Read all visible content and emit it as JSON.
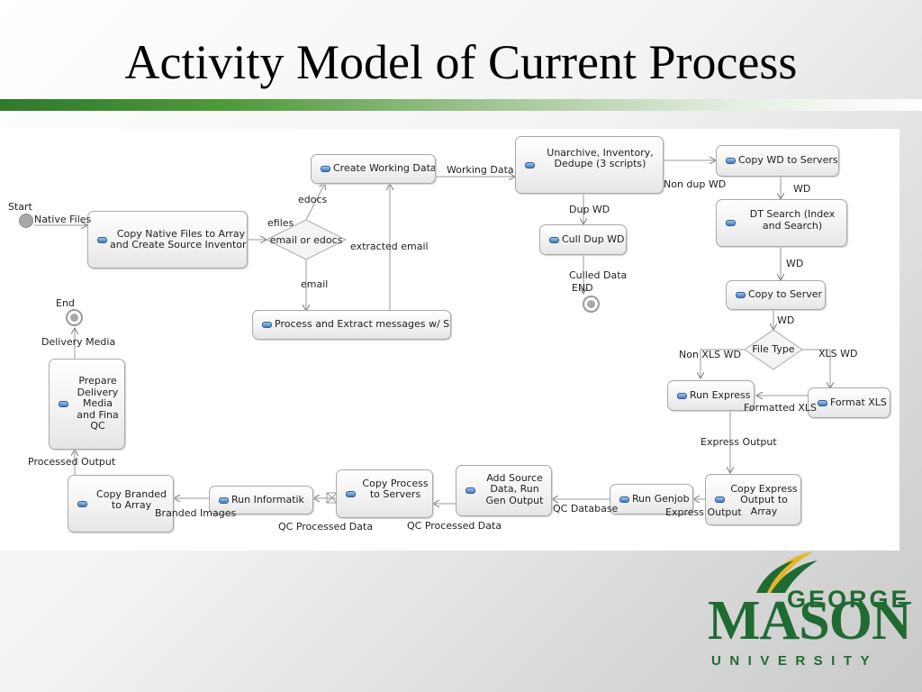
{
  "slide": {
    "title": "Activity Model of Current Process"
  },
  "logo": {
    "line1": "GEORGE",
    "line2": "MASON",
    "line3": "UNIVERSITY",
    "colors": {
      "green": "#1f6b32",
      "gold": "#e4b72b"
    }
  },
  "diagram": {
    "nodes": {
      "copy_native": "Copy Native Files to Array\nand Create Source Inventory",
      "create_working": "Create Working Data",
      "process_extract": "Process and Extract messages w/ SW",
      "decision_email": "email or edocs",
      "unarchive": "Unarchive, Inventory,\nDedupe (3 scripts)",
      "cull_dup": "Cull Dup WD",
      "copy_wd_servers": "Copy WD to Servers",
      "dt_search": "DT Search (Index\nand Search)",
      "copy_to_server": "Copy to Server",
      "decision_file_type": "File Type",
      "run_express": "Run Express",
      "format_xls": "Format XLS",
      "copy_express": "Copy Express\nOutput to\nArray",
      "run_genjob": "Run Genjob",
      "add_source": "Add Source\nData, Run\nGen Output",
      "copy_process": "Copy Process\nto Servers",
      "run_informatik": "Run Informatik",
      "copy_branded": "Copy Branded\nto Array",
      "prepare_delivery": "Prepare\nDelivery\nMedia\nand Fina\nQC"
    },
    "labels": {
      "start": "Start",
      "native_files": "Native Files",
      "efiles": "efiles",
      "edocs": "edocs",
      "email": "email",
      "extracted_email": "extracted email",
      "working_data": "Working Data",
      "non_dup_wd": "Non dup WD",
      "dup_wd": "Dup WD",
      "culled_data": "Culled Data",
      "end_inner": "END",
      "wd_1": "WD",
      "wd_2": "WD",
      "wd_3": "WD",
      "non_xls_wd": "Non XLS WD",
      "xls_wd": "XLS WD",
      "formatted_xls": "Formatted XLS",
      "express_output_1": "Express Output",
      "express_output_2": "Express Output",
      "qc_database": "QC Database",
      "qc_processed_data_1": "QC Processed Data",
      "qc_processed_data_2": "QC Processed Data",
      "branded_images": "Branded Images",
      "processed_output": "Processed Output",
      "delivery_media": "Delivery Media",
      "end": "End"
    }
  }
}
